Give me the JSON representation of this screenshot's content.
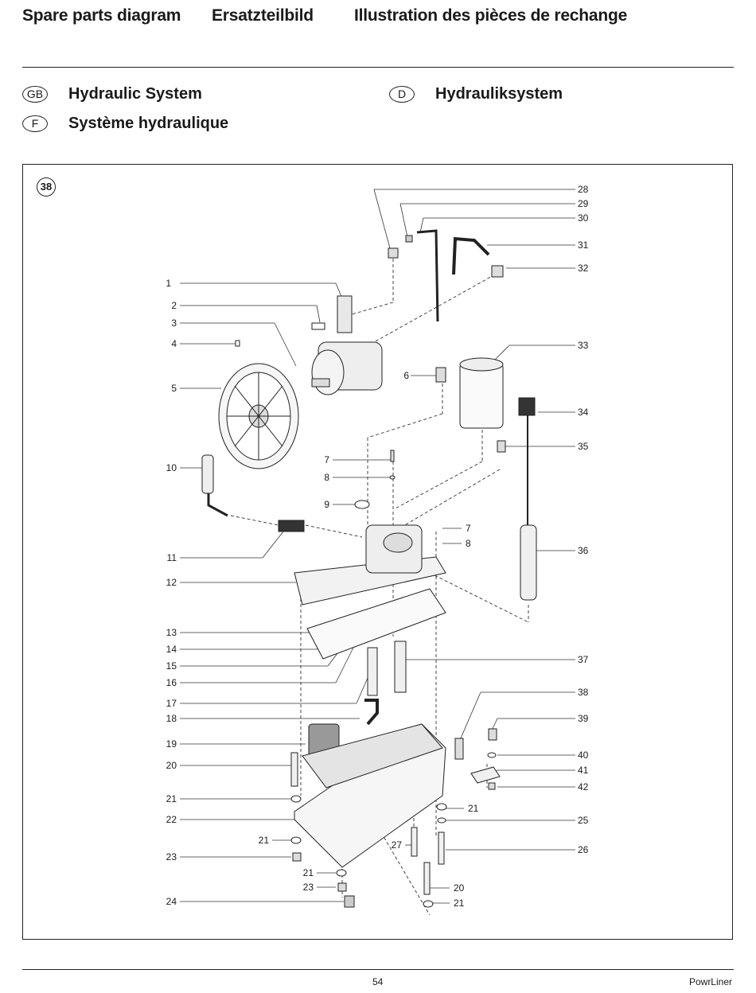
{
  "header": {
    "title_en": "Spare parts diagram",
    "title_de": "Ersatzteilbild",
    "title_fr": "Illustration des pièces de rechange"
  },
  "sections": [
    {
      "code": "GB",
      "title": "Hydraulic System"
    },
    {
      "code": "D",
      "title": "Hydrauliksystem"
    },
    {
      "code": "F",
      "title": "Système hydraulique"
    }
  ],
  "figure": {
    "number": "38",
    "callouts_left": [
      "1",
      "2",
      "3",
      "4",
      "5",
      "6",
      "7",
      "8",
      "9",
      "10",
      "11",
      "12",
      "13",
      "14",
      "15",
      "16",
      "17",
      "18",
      "19",
      "20",
      "21",
      "22",
      "21",
      "23",
      "21",
      "23",
      "24",
      "27"
    ],
    "callouts_right": [
      "28",
      "29",
      "30",
      "31",
      "32",
      "33",
      "34",
      "35",
      "7",
      "8",
      "36",
      "37",
      "38",
      "39",
      "40",
      "41",
      "42",
      "21",
      "25",
      "26",
      "20",
      "21"
    ]
  },
  "footer": {
    "page": "54",
    "brand": "PowrLiner"
  }
}
